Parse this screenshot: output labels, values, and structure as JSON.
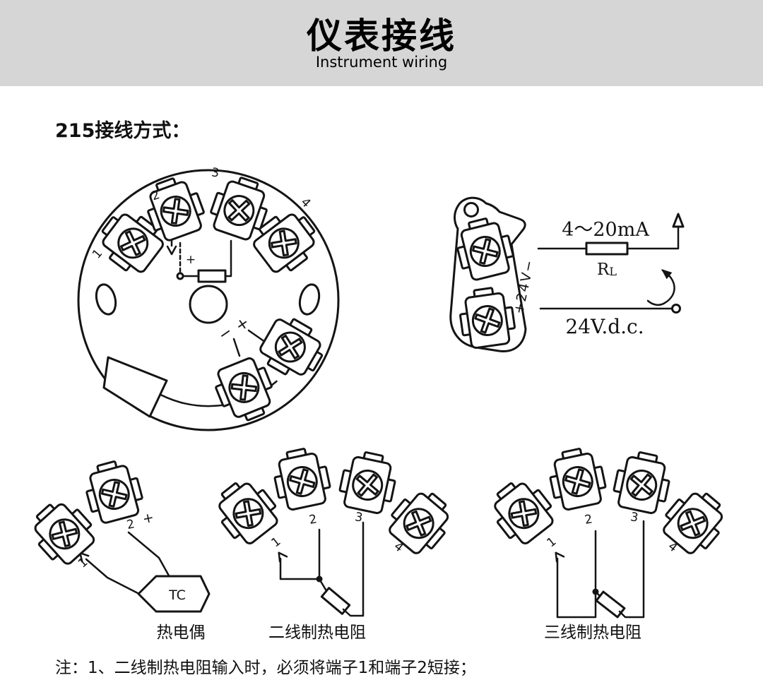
{
  "header": {
    "title": "仪表接线",
    "subtitle": "Instrument wiring",
    "band_color": "#d6d6d6"
  },
  "section_title": "215接线方式：",
  "head_diagram": {
    "terminal_numbers": [
      "1",
      "2",
      "3",
      "4"
    ],
    "output_minus": "−",
    "output_plus": "+",
    "inner_plus": "+"
  },
  "loop_diagram": {
    "supply_label": "+24V−",
    "range_label": "4～20mA",
    "load_r": "R",
    "load_sub": "L",
    "source_label": "24V.d.c."
  },
  "sensors": {
    "tc": {
      "caption": "热电偶",
      "body_label": "TC",
      "n1": "1",
      "n2": "2",
      "plus": "+"
    },
    "rtd2": {
      "caption": "二线制热电阻",
      "n1": "1",
      "n2": "2",
      "n3": "3",
      "n4": "4"
    },
    "rtd3": {
      "caption": "三线制热电阻",
      "n1": "1",
      "n2": "2",
      "n3": "3",
      "n4": "4"
    }
  },
  "note": "注：1、二线制热电阻输入时，必须将端子1和端子2短接；",
  "ink_color": "#141414"
}
